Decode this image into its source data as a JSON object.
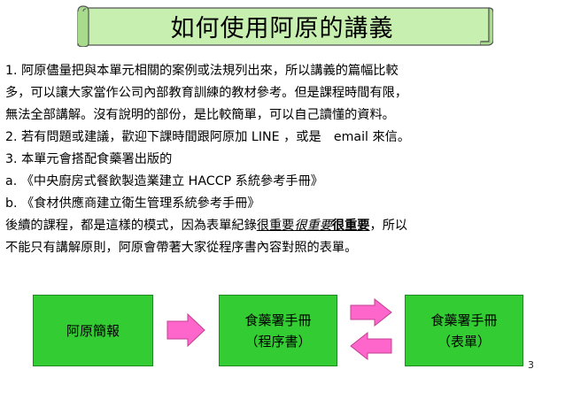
{
  "slide": {
    "title": "如何使用阿原的講義",
    "paragraph": {
      "line1": "1. 阿原儘量把與本單元相關的案例或法規列出來，所以講義的篇幅比較",
      "line2": "多，可以讓大家當作公司內部教育訓練的教材參考。但是課程時間有限，",
      "line3": "無法全部講解。沒有說明的部份，是比較簡單，可以自己讀懂的資料。",
      "line4": "2. 若有問題或建議，歡迎下課時間跟阿原加 LINE ，或是　email 來信。",
      "line5": "3. 本單元會搭配食藥署出版的",
      "line6": "a. 《中央廚房式餐飲製造業建立 HACCP 系統參考手冊》",
      "line7": "b. 《食材供應商建立衛生管理系統參考手冊》",
      "line8_pre": "後續的課程，都是這樣的模式，因為表單紀錄",
      "line8_u1": "很重要",
      "line8_u2": "很重要",
      "line8_u3": "很重要",
      "line8_post": "，所以",
      "line9": "不能只有講解原則，阿原會帶著大家從程序書內容對照的表單。"
    },
    "flow": {
      "box1": "阿原簡報",
      "box2_line1": "食藥署手冊",
      "box2_line2": "（程序書）",
      "box3_line1": "食藥署手冊",
      "box3_line2": "（表單）"
    },
    "colors": {
      "box_fill": "#33cc33",
      "arrow_fill": "#ff66cc",
      "banner_fill": "#c6efb0"
    },
    "page_number": "3"
  }
}
